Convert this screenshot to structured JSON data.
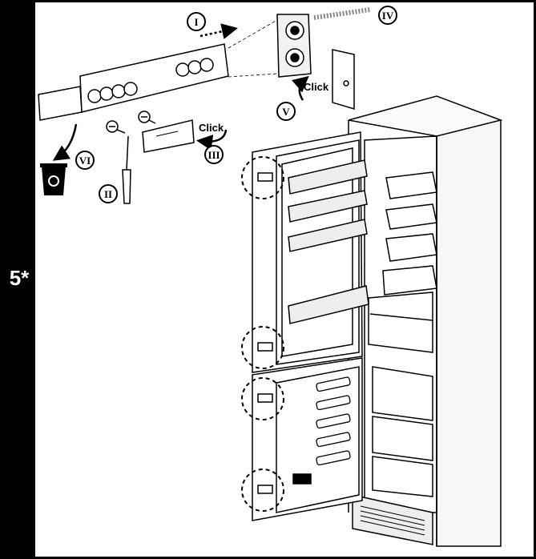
{
  "step": {
    "number": "5*"
  },
  "callouts": {
    "i": "I",
    "ii": "II",
    "iii": "III",
    "iv": "IV",
    "v": "V",
    "vi": "VI"
  },
  "labels": {
    "click_upper": "Click",
    "click_lower": "Click"
  },
  "icons": [
    "recycle-bin-icon",
    "screwdriver-icon",
    "screw-icon",
    "arrow-icon"
  ],
  "colors": {
    "ink": "#000000",
    "paper": "#ffffff",
    "light_gray": "#dddddd",
    "mid_gray": "#999999"
  }
}
